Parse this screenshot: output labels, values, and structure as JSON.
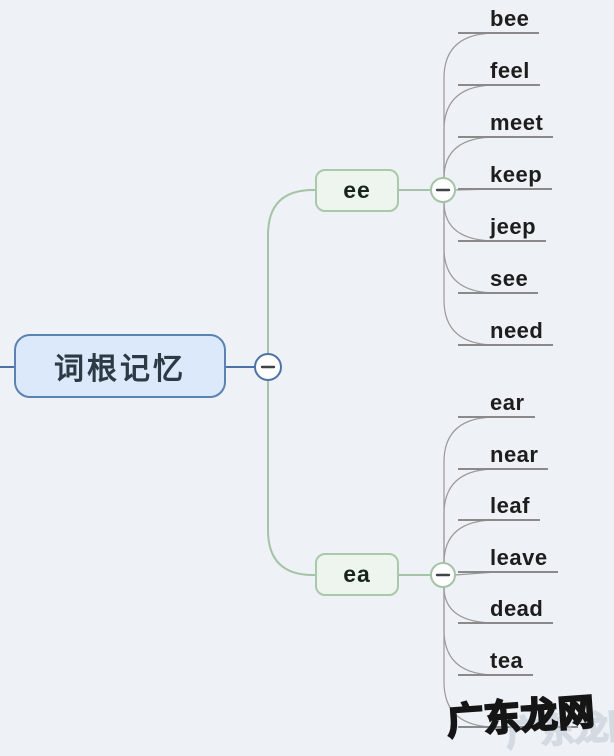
{
  "root": {
    "label": "词根记忆"
  },
  "branches": [
    {
      "label": "ee",
      "children": [
        "bee",
        "feel",
        "meet",
        "keep",
        "jeep",
        "see",
        "need"
      ]
    },
    {
      "label": "ea",
      "children": [
        "ear",
        "near",
        "leaf",
        "leave",
        "dead",
        "tea",
        ""
      ]
    }
  ],
  "watermark": {
    "text": "广东龙网"
  },
  "icons": {
    "collapse": "minus-circle"
  },
  "colors": {
    "bg": "#eef1f5",
    "line-blue": "#4a73a8",
    "line-green": "#a5c3a7",
    "line-gray": "#9a9a9a",
    "root-fill": "#dce9fa",
    "root-border": "#5c82b4",
    "root-text": "#2b3a45",
    "branch-fill": "#edf5ee",
    "branch-border": "#a9c9ab",
    "branch-text": "#17251d",
    "underline": "#8a8a8a",
    "leaf-text": "#1d1d1d"
  }
}
